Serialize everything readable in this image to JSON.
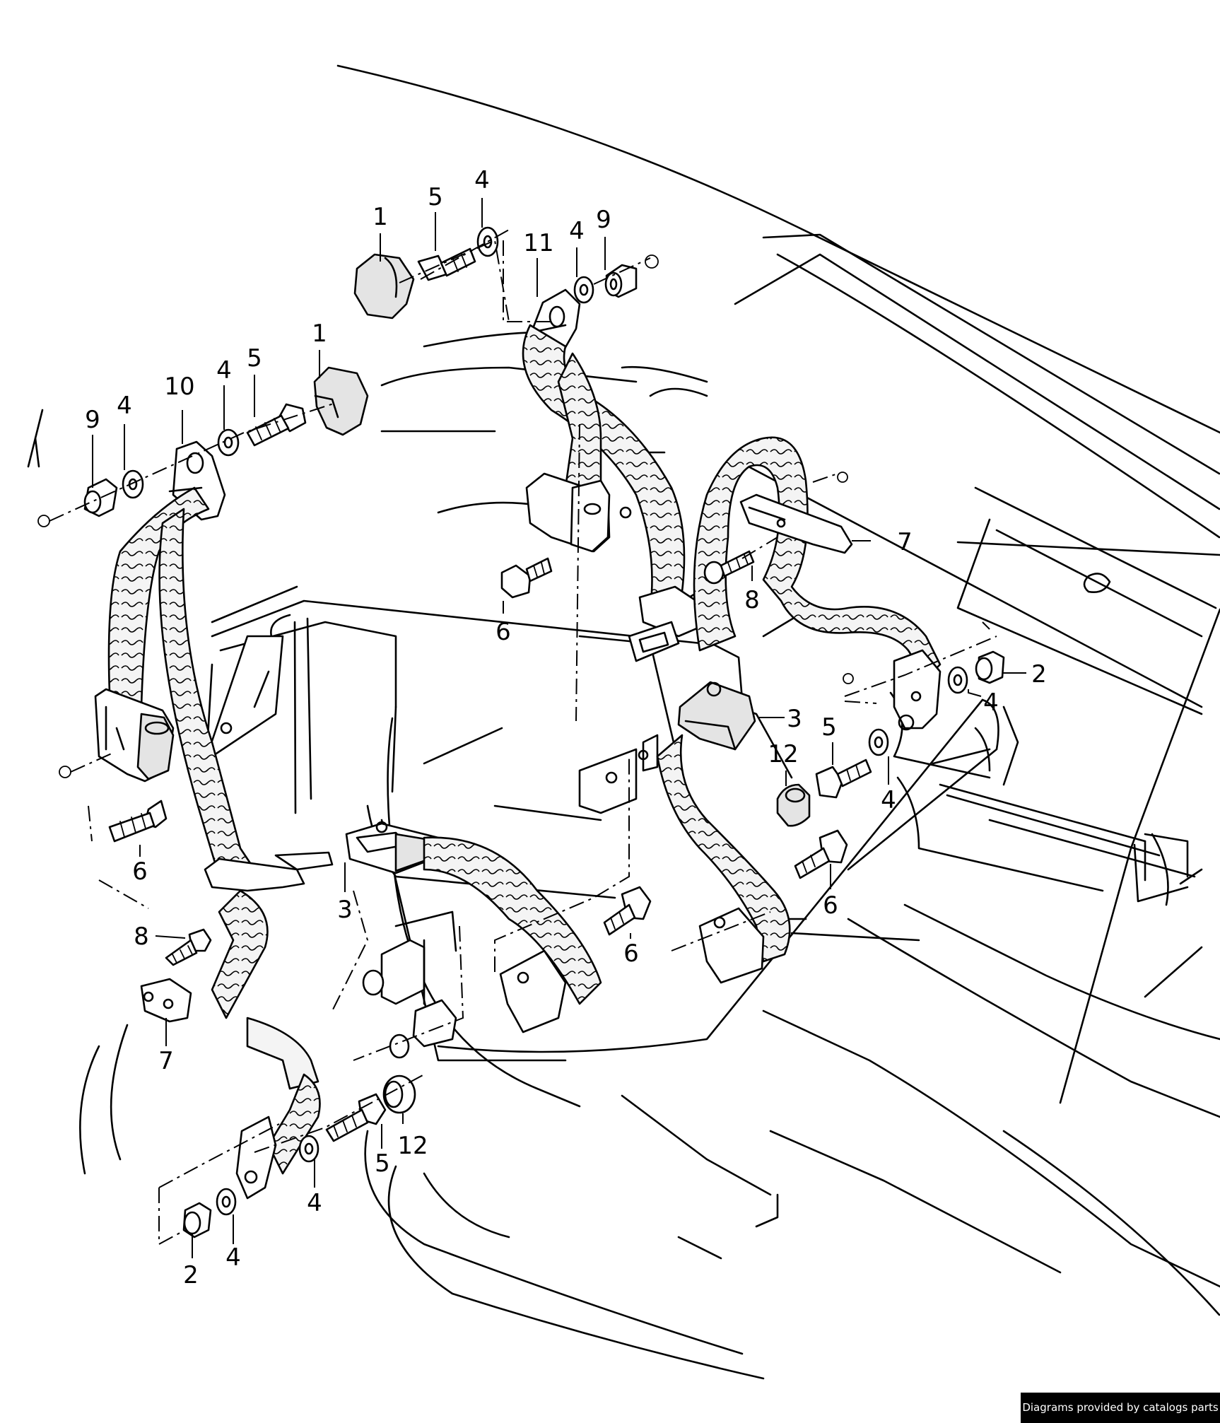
{
  "callouts": [
    {
      "id": "c1a",
      "text": "1"
    },
    {
      "id": "c5a",
      "text": "5"
    },
    {
      "id": "c4a",
      "text": "4"
    },
    {
      "id": "c11",
      "text": "11"
    },
    {
      "id": "c4b",
      "text": "4"
    },
    {
      "id": "c9a",
      "text": "9"
    },
    {
      "id": "c1b",
      "text": "1"
    },
    {
      "id": "c5b",
      "text": "5"
    },
    {
      "id": "c4c",
      "text": "4"
    },
    {
      "id": "c10",
      "text": "10"
    },
    {
      "id": "c4d",
      "text": "4"
    },
    {
      "id": "c9b",
      "text": "9"
    },
    {
      "id": "c7a",
      "text": "7"
    },
    {
      "id": "c8a",
      "text": "8"
    },
    {
      "id": "c6a",
      "text": "6"
    },
    {
      "id": "c2a",
      "text": "2"
    },
    {
      "id": "c4e",
      "text": "4"
    },
    {
      "id": "c3a",
      "text": "3"
    },
    {
      "id": "c5c",
      "text": "5"
    },
    {
      "id": "c12a",
      "text": "12"
    },
    {
      "id": "c4f",
      "text": "4"
    },
    {
      "id": "c6b",
      "text": "6"
    },
    {
      "id": "c3b",
      "text": "3"
    },
    {
      "id": "c6c",
      "text": "6"
    },
    {
      "id": "c6d",
      "text": "6"
    },
    {
      "id": "c8b",
      "text": "8"
    },
    {
      "id": "c7b",
      "text": "7"
    },
    {
      "id": "c5d",
      "text": "5"
    },
    {
      "id": "c12b",
      "text": "12"
    },
    {
      "id": "c4g",
      "text": "4"
    },
    {
      "id": "c4h",
      "text": "4"
    },
    {
      "id": "c2b",
      "text": "2"
    }
  ],
  "footer": {
    "credit": "Diagrams provided by catalogs parts"
  }
}
